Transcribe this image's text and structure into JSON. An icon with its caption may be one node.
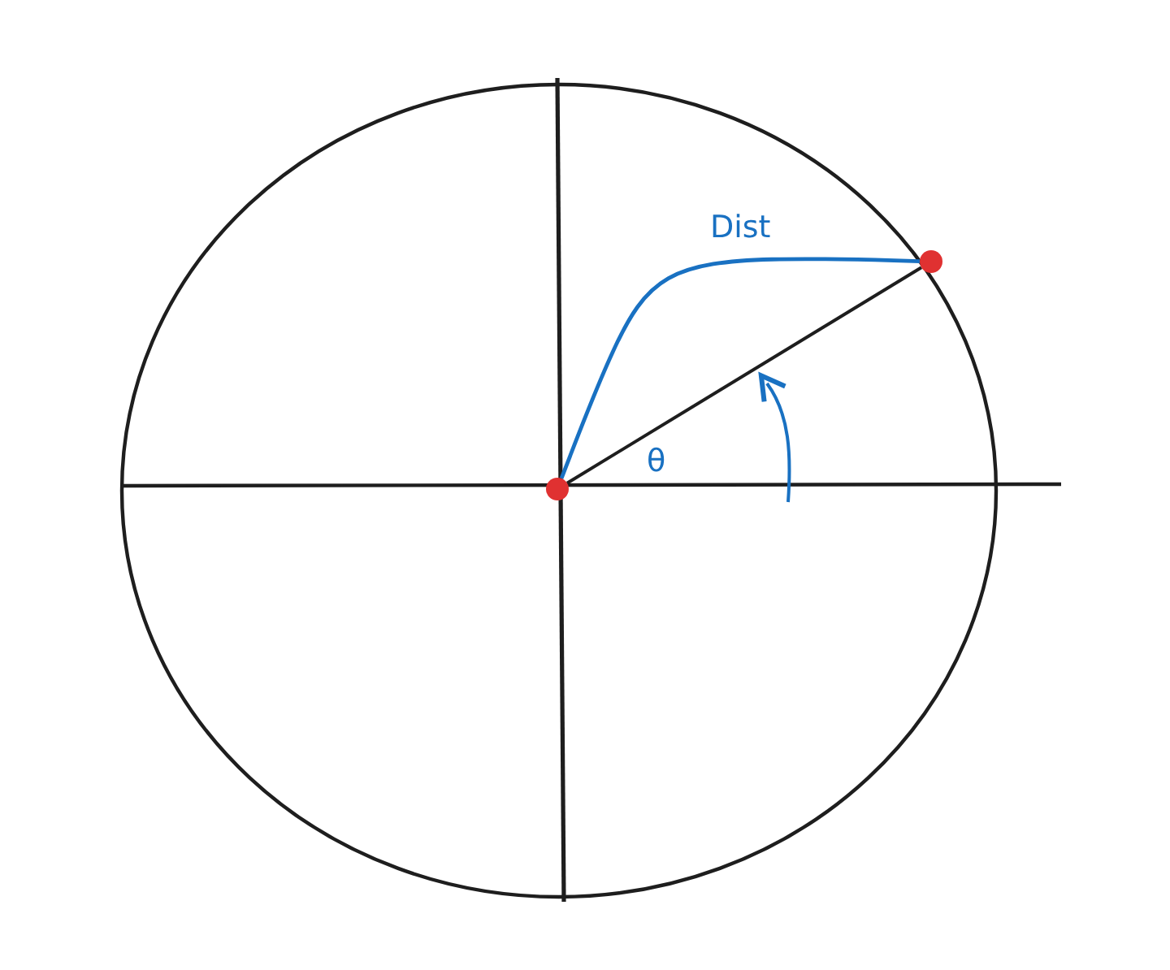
{
  "diagram": {
    "nodes": [
      {
        "text": [],
        "shape": "circle"
      },
      {
        "text": [],
        "shape": "circle"
      }
    ],
    "edges": [
      {
        "from": 0,
        "to": 1,
        "arrow": "none"
      },
      {
        "from": 0,
        "to": 1,
        "arrow": "none",
        "label": "Dist",
        "color": "#1971c2"
      }
    ],
    "labels": [
      "θ"
    ]
  }
}
